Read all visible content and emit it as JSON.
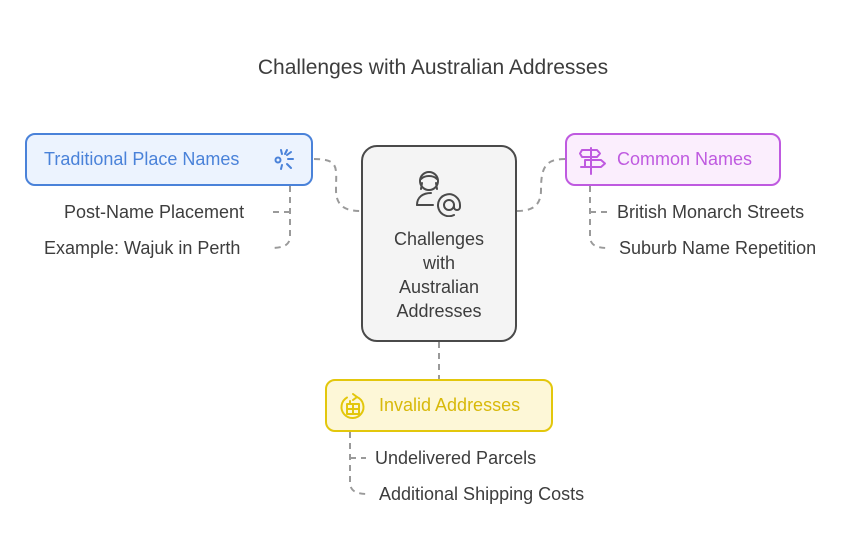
{
  "title": "Challenges with Australian Addresses",
  "center": {
    "label_lines": [
      "Challenges",
      "with",
      "Australian",
      "Addresses"
    ],
    "icon": "user-at-icon"
  },
  "branches": [
    {
      "label": "Traditional Place Names",
      "icon": "sparkle-icon",
      "color": "#4a82d9",
      "fill": "#ecf3fe",
      "children": [
        "Post-Name Placement",
        "Example: Wajuk in Perth"
      ]
    },
    {
      "label": "Common Names",
      "icon": "signpost-icon",
      "color": "#bf5ae0",
      "fill": "#fbeefd",
      "children": [
        "British Monarch Streets",
        "Suburb Name Repetition"
      ]
    },
    {
      "label": "Invalid Addresses",
      "icon": "package-return-icon",
      "color": "#e3c70c",
      "fill": "#fdf7d7",
      "children": [
        "Undelivered Parcels",
        "Additional Shipping Costs"
      ]
    }
  ],
  "connector_color": "#9a9a9a"
}
